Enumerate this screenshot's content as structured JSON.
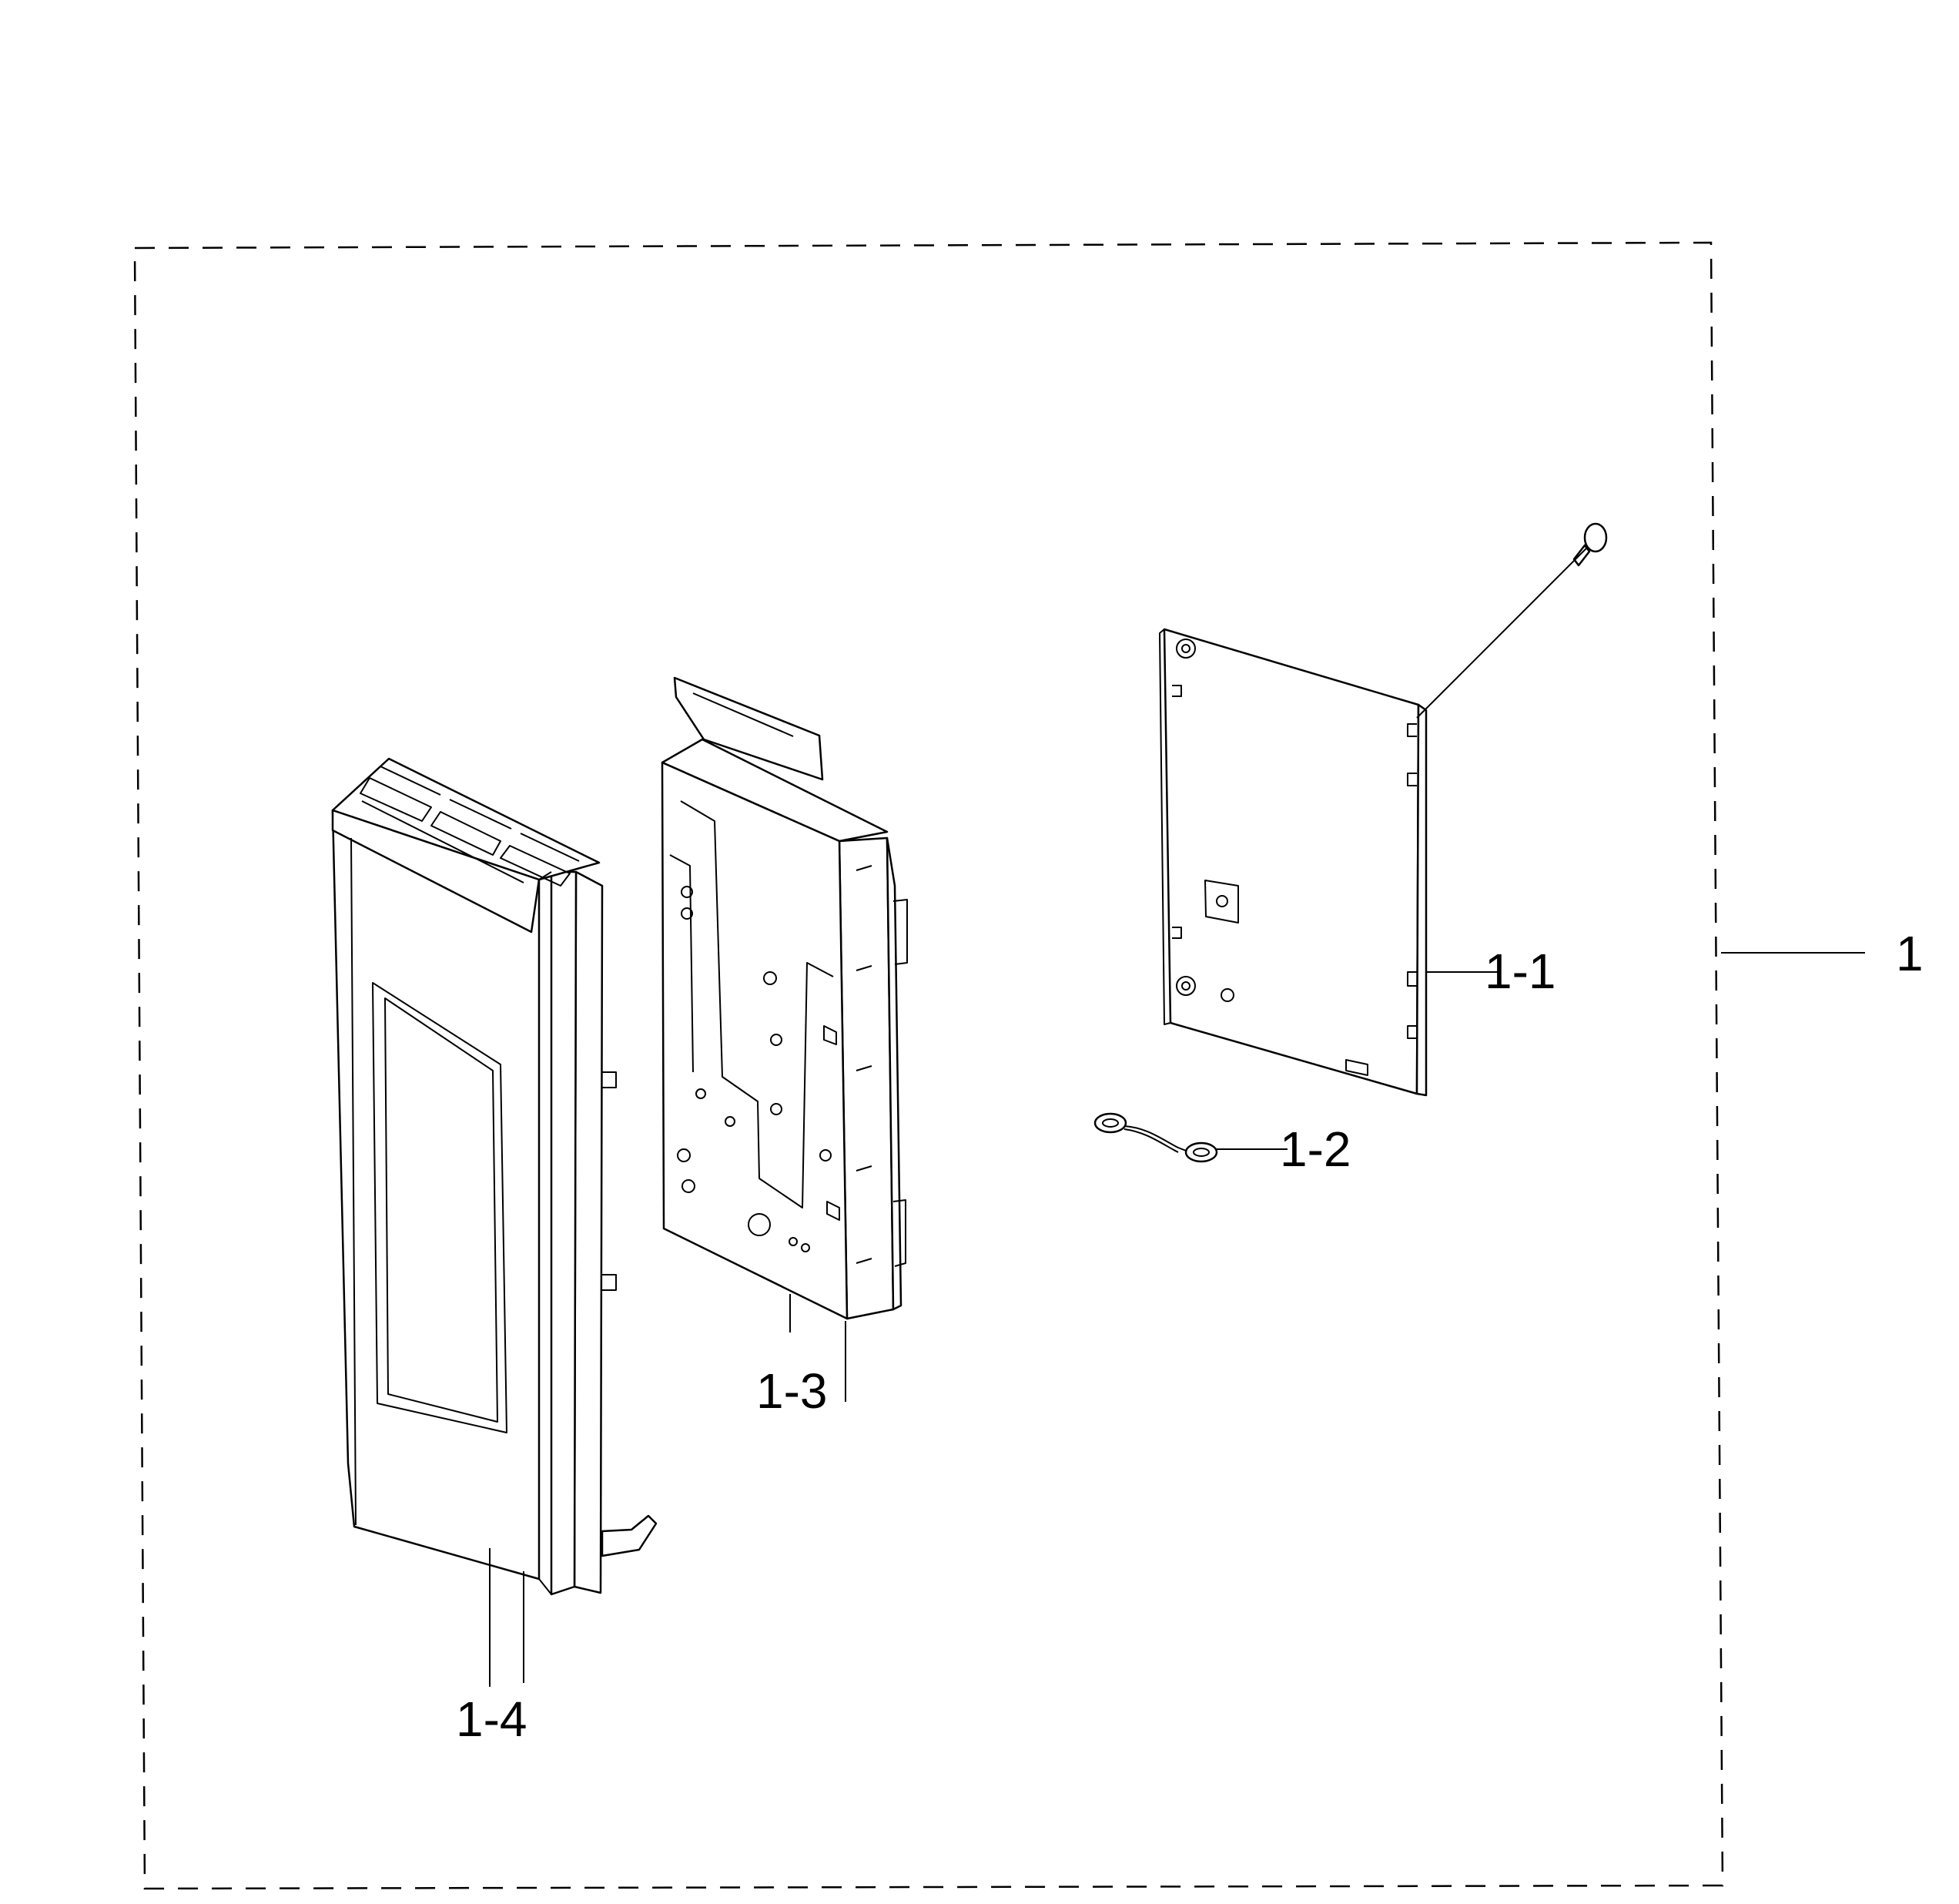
{
  "callouts": {
    "assembly": "1",
    "p1_1": "1-1",
    "p1_2": "1-2",
    "p1_3": "1-3",
    "p1_4": "1-4"
  }
}
